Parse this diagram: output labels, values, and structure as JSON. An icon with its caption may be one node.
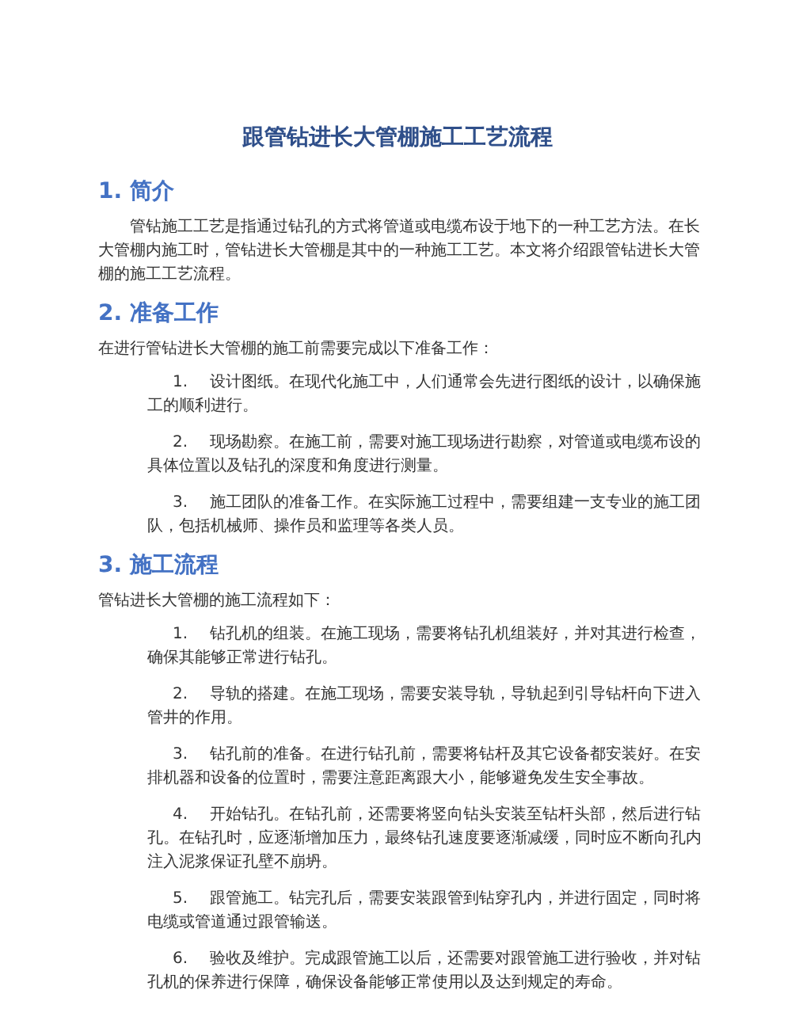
{
  "diagram": {
    "title": "跟管钻进长大管棚施工工艺流程",
    "labels": [
      "1. 简介",
      "管钻施工工艺是指通过钻孔的方式将管道或电缆布设于地下的一种工艺方法。在长大管棚内施工时，管钻进长大管棚是其中的一种施工工艺。本文将介绍跟管钻进长大管棚的施工工艺流程。",
      "2. 准备工作",
      "在进行管钻进长大管棚的施工前需要完成以下准备工作：",
      "1.",
      "设计图纸。在现代化施工中，人们通常会先进行图纸的设计，以确保施工的顺利进行。",
      "2.",
      "现场勘察。在施工前，需要对施工现场进行勘察，对管道或电缆布设的具体位置以及钻孔的深度和角度进行测量。",
      "3.",
      "施工团队的准备工作。在实际施工过程中，需要组建一支专业的施工团队，包括机械师、操作员和监理等各类人员。",
      "3. 施工流程",
      "管钻进长大管棚的施工流程如下：",
      "1.",
      "钻孔机的组装。在施工现场，需要将钻孔机组装好，并对其进行检查，确保其能够正常进行钻孔。",
      "2.",
      "导轨的搭建。在施工现场，需要安装导轨，导轨起到引导钻杆向下进入管井的作用。",
      "3.",
      "钻孔前的准备。在进行钻孔前，需要将钻杆及其它设备都安装好。在安排机器和设备的位置时，需要注意距离跟大小，能够避免发生安全事故。",
      "4.",
      "开始钻孔。在钻孔前，还需要将竖向钻头安装至钻杆头部，然后进行钻孔。在钻孔时，应逐渐增加压力，最终钻孔速度要逐渐减缓，同时应不断向孔内注入泥浆保证孔壁不崩坍。",
      "5.",
      "跟管施工。钻完孔后，需要安装跟管到钻穿孔内，并进行固定，同时将电缆或管道通过跟管输送。",
      "6.",
      "验收及维护。完成跟管施工以后，还需要对跟管施工进行验收，并对钻孔机的保养进行保障，确保设备能够正常使用以及达到规定的寿命。"
    ]
  }
}
